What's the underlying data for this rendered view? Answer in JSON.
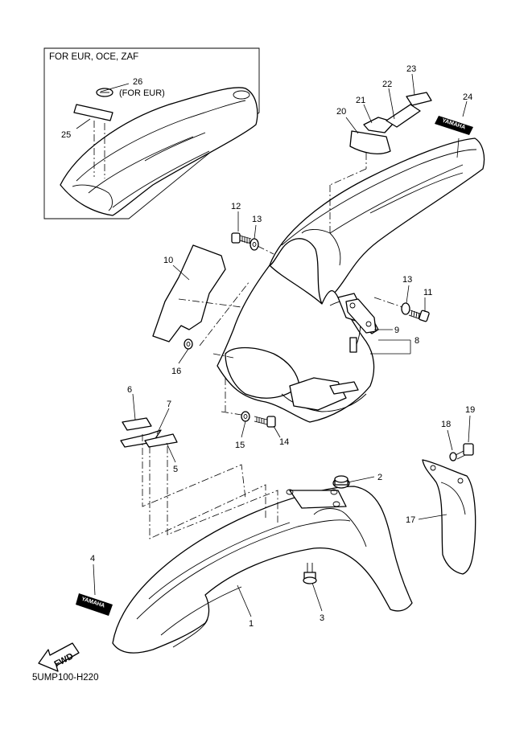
{
  "diagram_code": "5UMP100-H220",
  "inset": {
    "title": "FOR EUR, OCE, ZAF",
    "note_26": "(FOR EUR)"
  },
  "fwd_label": "FWD",
  "decal_text": "YAMAHA",
  "callouts": {
    "c1": "1",
    "c2": "2",
    "c3": "3",
    "c4": "4",
    "c5": "5",
    "c6": "6",
    "c7": "7",
    "c8": "8",
    "c9": "9",
    "c10": "10",
    "c11": "11",
    "c12": "12",
    "c13a": "13",
    "c13b": "13",
    "c14": "14",
    "c15": "15",
    "c16": "16",
    "c17": "17",
    "c18": "18",
    "c19": "19",
    "c20": "20",
    "c21": "21",
    "c22": "22",
    "c23": "23",
    "c24": "24",
    "c25": "25",
    "c26": "26"
  }
}
